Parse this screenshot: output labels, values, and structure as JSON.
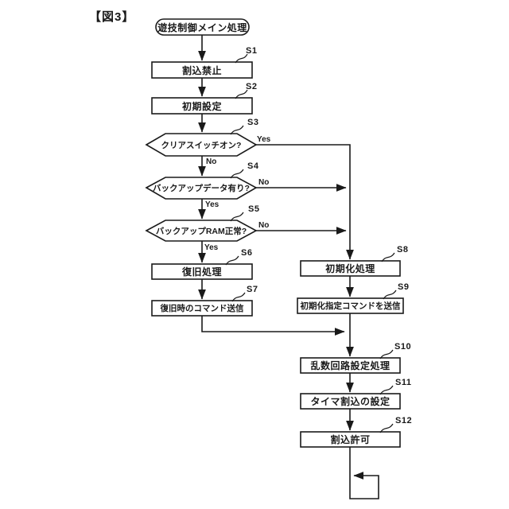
{
  "figure_label": "【図3】",
  "diagram_type": "flowchart",
  "nodes": {
    "start": {
      "type": "terminal",
      "label": "遊技制御メイン処理"
    },
    "s1": {
      "step": "S1",
      "type": "process",
      "label": "割込禁止"
    },
    "s2": {
      "step": "S2",
      "type": "process",
      "label": "初期設定"
    },
    "s3": {
      "step": "S3",
      "type": "decision",
      "label": "クリアスイッチオン?"
    },
    "s4": {
      "step": "S4",
      "type": "decision",
      "label": "バックアップデータ有り?"
    },
    "s5": {
      "step": "S5",
      "type": "decision",
      "label": "バックアップRAM正常?"
    },
    "s6": {
      "step": "S6",
      "type": "process",
      "label": "復旧処理"
    },
    "s7": {
      "step": "S7",
      "type": "process",
      "label": "復旧時のコマンド送信"
    },
    "s8": {
      "step": "S8",
      "type": "process",
      "label": "初期化処理"
    },
    "s9": {
      "step": "S9",
      "type": "process",
      "label": "初期化指定コマンドを送信"
    },
    "s10": {
      "step": "S10",
      "type": "process",
      "label": "乱数回路設定処理"
    },
    "s11": {
      "step": "S11",
      "type": "process",
      "label": "タイマ割込の設定"
    },
    "s12": {
      "step": "S12",
      "type": "process",
      "label": "割込許可"
    }
  },
  "branch_labels": {
    "s3_yes": "Yes",
    "s3_no": "No",
    "s4_no": "No",
    "s4_yes": "Yes",
    "s5_no": "No",
    "s5_yes": "Yes"
  },
  "flow": [
    "start -> S1 -> S2 -> S3",
    "S3 Yes -> S8 ; S3 No -> S4",
    "S4 No -> S8 ; S4 Yes -> S5",
    "S5 No -> S8 ; S5 Yes -> S6",
    "S6 -> S7 -> S10",
    "S8 -> S9 -> S10 -> S11 -> S12 -> loop"
  ],
  "colors": {
    "line": "#1a1a1a",
    "background": "#ffffff"
  }
}
